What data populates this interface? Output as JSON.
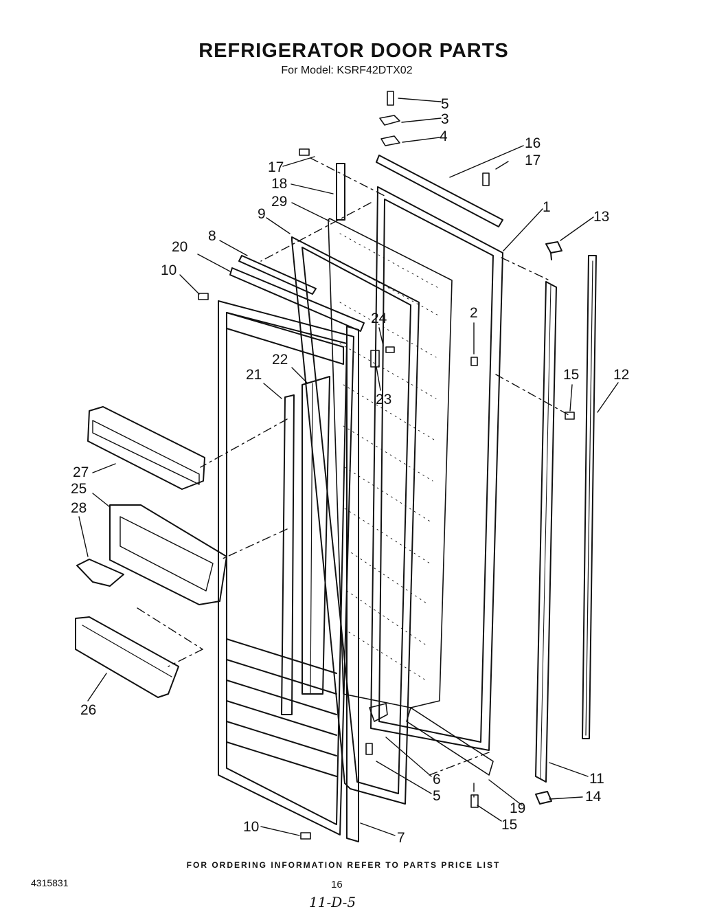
{
  "title": "REFRIGERATOR DOOR PARTS",
  "subtitle": "For Model: KSRF42DTX02",
  "footer": "FOR ORDERING INFORMATION REFER TO PARTS PRICE LIST",
  "doc_number": "4315831",
  "page_number": "16",
  "handwritten_note": "11-D-5",
  "callouts": [
    "5",
    "3",
    "4",
    "16",
    "17",
    "17",
    "18",
    "29",
    "1",
    "13",
    "9",
    "8",
    "20",
    "10",
    "2",
    "24",
    "15",
    "12",
    "22",
    "21",
    "23",
    "27",
    "25",
    "28",
    "26",
    "11",
    "6",
    "14",
    "5",
    "19",
    "15",
    "10",
    "7"
  ]
}
